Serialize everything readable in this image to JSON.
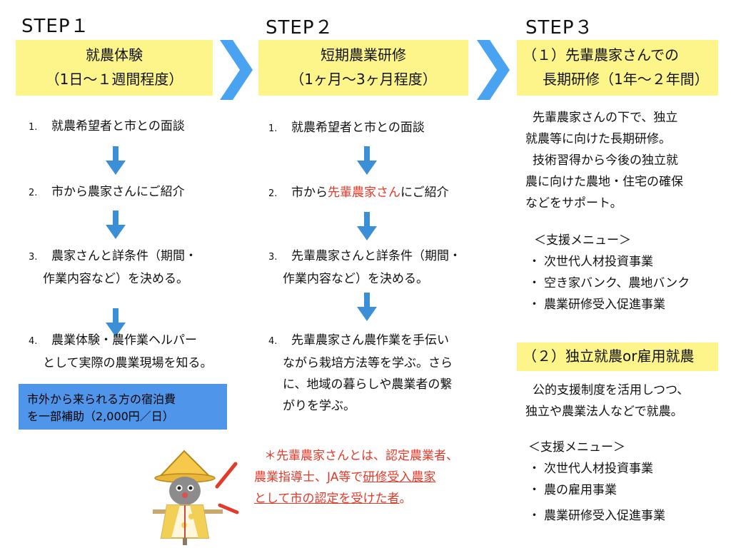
{
  "colors": {
    "box_yellow": "#fdf58a",
    "chevron_blue": "#4aa3f0",
    "subsidy_box_blue": "#4f96eb",
    "accent_red": "#e33a2a"
  },
  "step1": {
    "title": "STEP１",
    "box_line1": "就農体験",
    "box_line2": "（1日～１週間程度）",
    "items": [
      {
        "num": "1.",
        "lines": [
          "就農希望者と市との面談"
        ]
      },
      {
        "num": "2.",
        "lines": [
          "市から農家さんにご紹介"
        ]
      },
      {
        "num": "3.",
        "lines": [
          "農家さんと詳条件（期間・",
          "作業内容など）を決める。"
        ]
      },
      {
        "num": "4.",
        "lines": [
          "農業体験・農作業ヘルパー",
          "として実際の農業現場を知る。"
        ]
      }
    ],
    "subsidy_line1": "市外から来られる方の宿泊費",
    "subsidy_line2": "を一部補助（2,000円／日）"
  },
  "step2": {
    "title": "STEP２",
    "box_line1": "短期農業研修",
    "box_line2": "（1ヶ月～3ヶ月程度）",
    "item1_num": "1.",
    "item1": "就農希望者と市との面談",
    "item2_num": "2.",
    "item2_pre": "市から",
    "item2_red": "先輩農家さん",
    "item2_post": "にご紹介",
    "item3_num": "3.",
    "item3_lines": [
      "先輩農家さんと詳条件（期間・",
      "作業内容など）を決める。"
    ],
    "item4_num": "4.",
    "item4_lines": [
      "先輩農家さん農作業を手伝い",
      "ながら栽培方法等を学ぶ。さら",
      "に、地域の暮らしや農業者の繋",
      "がりを学ぶ。"
    ]
  },
  "step3": {
    "title": "STEP３",
    "box1_line1": "（１）先輩農家さんでの",
    "box1_line2": "長期研修（1年～２年間）",
    "desc1": [
      "先輩農家さんの下で、独立",
      "就農等に向けた長期研修。",
      "技術習得から今後の独立就",
      "農に向けた農地・住宅の確保",
      "などをサポート。"
    ],
    "menu1_title": "＜支援メニュー＞",
    "bullet": "・",
    "menu1": [
      "次世代人材投資事業",
      "空き家バンク、農地バンク",
      "農業研修受入促進事業"
    ],
    "box2": "（２）独立就農or雇用就農",
    "desc2": [
      "公的支援制度を活用しつつ、",
      "独立や農業法人などで就農。"
    ],
    "menu2_title": "＜支援メニュー＞",
    "menu2": [
      "次世代人材投資事業",
      "農の雇用事業",
      "農業研修受入促進事業"
    ]
  },
  "note": {
    "line1": "＊先輩農家さんとは、認定農業者、",
    "line2_plain": "農業指導士、JA等で",
    "line2_u": "研修受入農家",
    "line3_u": "として市の認定を受けた者",
    "line3_end": "。"
  },
  "mascot": {
    "icon": "scarecrow-mascot-icon"
  }
}
